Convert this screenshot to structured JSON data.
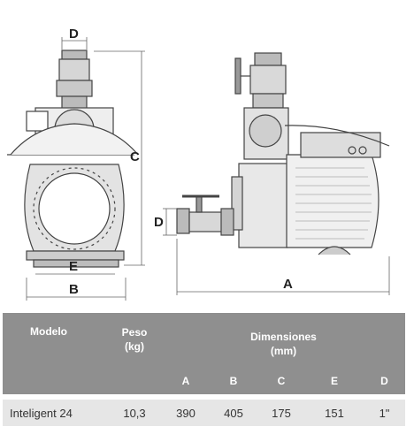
{
  "drawing": {
    "labels": {
      "a": "A",
      "b": "B",
      "c": "C",
      "d_front": "D",
      "d_side": "D",
      "e": "E"
    }
  },
  "table": {
    "header": {
      "modelo": "Modelo",
      "peso_line1": "Peso",
      "peso_line2": "(kg)",
      "dimensiones_line1": "Dimensiones",
      "dimensiones_line2": "(mm)",
      "dim_cols": [
        "A",
        "B",
        "C",
        "E",
        "D"
      ]
    },
    "rows": [
      {
        "modelo": "Inteligent 24",
        "peso": "10,3",
        "a": "390",
        "b": "405",
        "c": "175",
        "e": "151",
        "d": "1\""
      }
    ]
  }
}
